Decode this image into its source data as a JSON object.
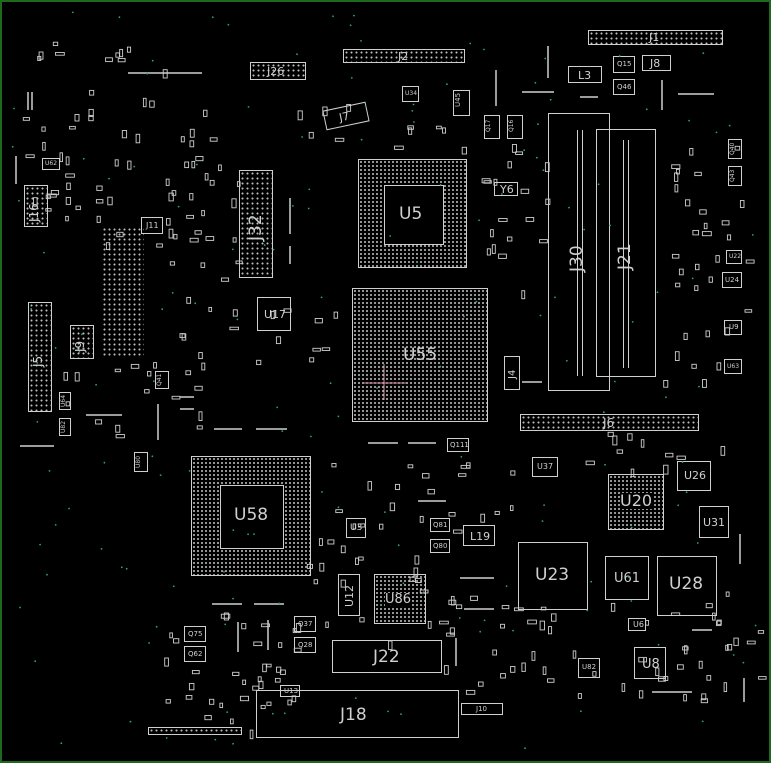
{
  "board": {
    "labels": {
      "J1": "J1",
      "J2": "J2",
      "J26": "J26",
      "J8": "J8",
      "L3": "L3",
      "Q15": "Q15",
      "Q46": "Q46",
      "U34": "U34",
      "U45": "U45",
      "J7": "J7",
      "Q17": "Q17",
      "Q16": "Q16",
      "J16": "J16",
      "U62": "U62",
      "J11": "J11",
      "J32": "J32",
      "U5": "U5",
      "Y6": "Y6",
      "J30": "J30",
      "J21": "J21",
      "Q40": "Q40",
      "Q43": "Q43",
      "U22": "U22",
      "U24": "U24",
      "U9": "U9",
      "U63": "U63",
      "U17": "U17",
      "J9": "J9",
      "J5": "J5",
      "U55": "U55",
      "J4": "J4",
      "Q41": "Q41",
      "U64": "U64",
      "U82": "U82",
      "Q111": "Q111",
      "J6": "J6",
      "U37": "U37",
      "U26": "U26",
      "U20": "U20",
      "U58": "U58",
      "U3": "U3",
      "Q81": "Q81",
      "Q80": "Q80",
      "L19": "L19",
      "U31": "U31",
      "U23": "U23",
      "U61": "U61",
      "U28": "U28",
      "U12": "U12",
      "U86": "U86",
      "Q37": "Q37",
      "Q28": "Q28",
      "Q75": "Q75",
      "Q62": "Q62",
      "J22": "J22",
      "U6": "U6",
      "U82b": "U82",
      "U8": "U8",
      "U13": "U13",
      "J18": "J18",
      "J10": "J10",
      "U80": "U80"
    }
  },
  "colors": {
    "background": "#000000",
    "outline": "#cfcfcf",
    "border": "#1d6a1d",
    "marker": "#d08aa0",
    "via": "#2aa08a"
  }
}
